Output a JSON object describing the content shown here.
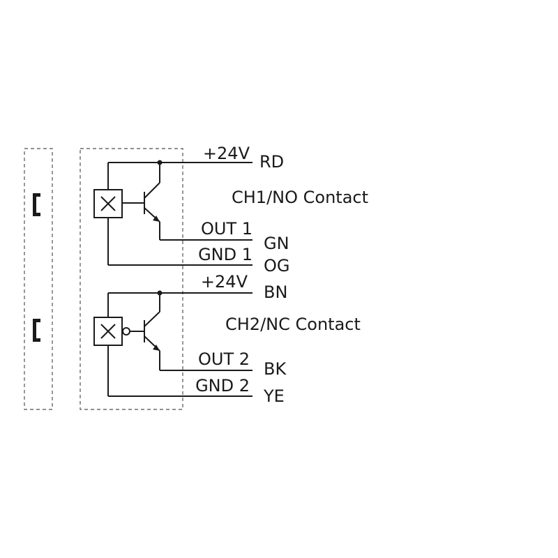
{
  "channel1": {
    "title": "CH1/NO Contact",
    "supply_label": "+24V",
    "supply_color": "RD",
    "output_label": "OUT 1",
    "output_color": "GN",
    "ground_label": "GND 1",
    "ground_color": "OG"
  },
  "channel2": {
    "title": "CH2/NC Contact",
    "supply_label": "+24V",
    "supply_color": "BN",
    "output_label": "OUT 2",
    "output_color": "BK",
    "ground_label": "GND 2",
    "ground_color": "YE"
  },
  "colors": {
    "wire": "#1a1a1a",
    "housing_outline": "#6b6b6b"
  }
}
